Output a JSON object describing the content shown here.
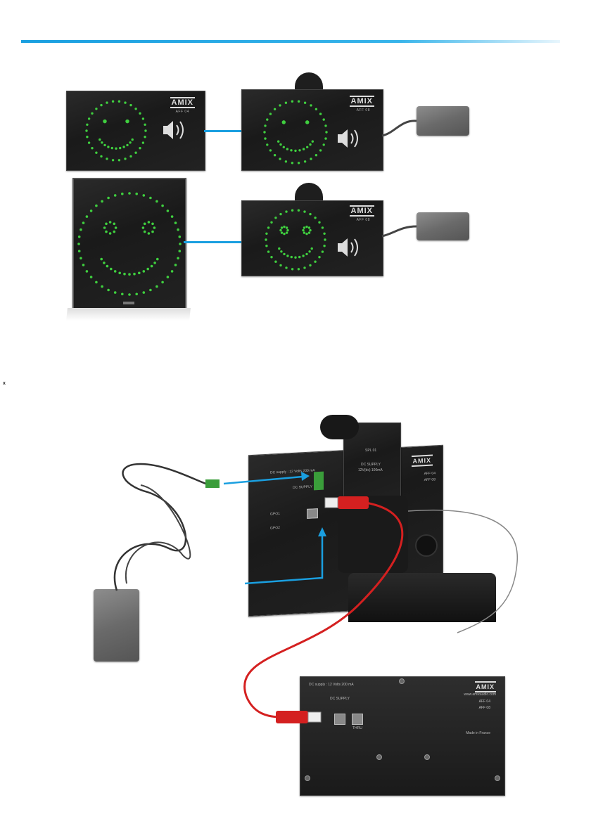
{
  "brand": "AMIX",
  "devices": {
    "top_left": {
      "model": "AFF 04"
    },
    "top_right": {
      "model": "AFF 08"
    },
    "mid_right": {
      "model": "AFF 08"
    }
  },
  "rear_unit": {
    "dc_supply": "DC supply : 12 Volts  200 mA",
    "dc_label": "DC SUPPLY",
    "gpo1": "GPO1",
    "gpo2": "GPO2",
    "options": [
      "AFF 04",
      "AFF 08"
    ],
    "module_label": "SPL 01",
    "module_dc": "DC SUPPLY",
    "module_dc_spec": "12V(dc) 100mA"
  },
  "bottom_unit": {
    "dc_supply": "DC supply : 12 Volts  200 mA",
    "dc_label": "DC SUPPLY",
    "website": "www.amixaudio.com",
    "options": [
      "AFF 04",
      "AFF 08"
    ],
    "thru": "THRU",
    "made_in": "Made in France"
  },
  "margin_mark": "x",
  "colors": {
    "accent_blue": "#1a9fe0",
    "led_green": "#3fcf3f",
    "cable_red": "#d42020",
    "panel_black": "#1c1c1c"
  }
}
